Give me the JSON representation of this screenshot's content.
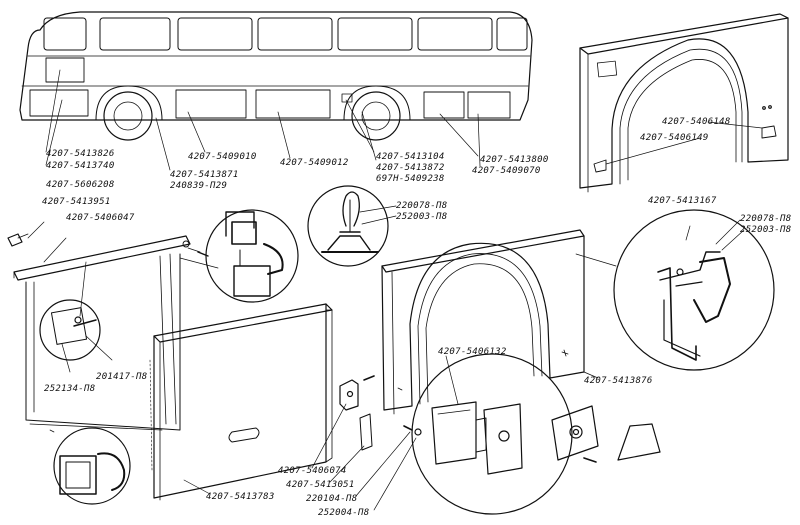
{
  "diagram": {
    "labels": {
      "l_5413826": "4207-5413826",
      "l_5413740": "4207-5413740",
      "l_5606208": "4207-5606208",
      "l_5413951": "4207-5413951",
      "l_5406047": "4207-5406047",
      "l_5409010": "4207-5409010",
      "l_5413871": "4207-5413871",
      "l_240839": "240839-П29",
      "l_5409012": "4207-5409012",
      "l_5413104": "4207-5413104",
      "l_5413872": "4207-5413872",
      "l_5409238": "697Н-5409238",
      "l_5413800": "4207-5413800",
      "l_5409070": "4207-5409070",
      "l_220078_a": "220078-П8",
      "l_252003_a": "252003-П8",
      "l_5406148": "4207-5406148",
      "l_5406149": "4207-5406149",
      "l_5413167": "4207-5413167",
      "l_220078_b": "220078-П8",
      "l_252003_b": "252003-П8",
      "l_252134": "252134-П8",
      "l_201417": "201417-П8",
      "l_5406132": "4207-5406132",
      "l_5413876": "4207-5413876",
      "l_5406074": "4207-5406074",
      "l_5413051": "4207-5413051",
      "l_220104": "220104-П8",
      "l_252004": "252004-П8",
      "l_5413783": "4207-5413783"
    }
  },
  "colors": {
    "ink": "#111111",
    "background": "#ffffff"
  }
}
